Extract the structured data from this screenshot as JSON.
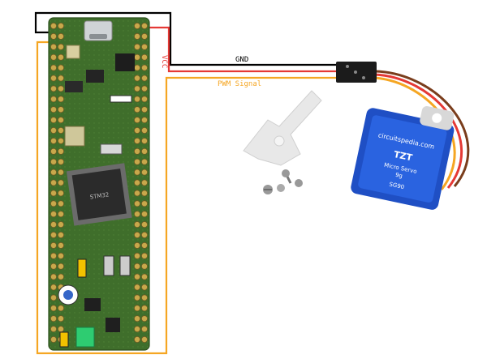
{
  "wires": {
    "gnd_label": "GND",
    "vcc_label": "VCC",
    "pwm_label": "PWM Signal",
    "colors": {
      "gnd": "#000000",
      "vcc": "#e53935",
      "pwm": "#f5a623"
    }
  },
  "board": {
    "chip_label": "STM32",
    "colors": {
      "pcb": "#3d6b2a",
      "pad": "#c8a84b",
      "chip": "#2b2b2b"
    }
  },
  "servo": {
    "brand": "circuitspedia.com",
    "model": "TZT",
    "subtitle": "Micro Servo",
    "weight": "9g",
    "part_number": "SG90",
    "colors": {
      "body": "#1f4fc4",
      "cable_brown": "#7a3d1c",
      "cable_red": "#e53935",
      "cable_orange": "#f5a623"
    }
  },
  "accessories": {
    "items": [
      "servo-horn",
      "screw"
    ]
  }
}
